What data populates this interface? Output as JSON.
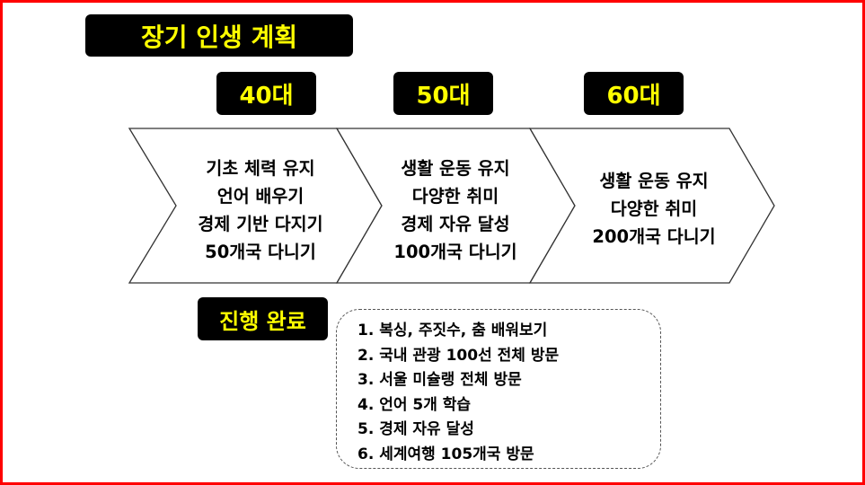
{
  "title": "장기 인생 계획",
  "stages": [
    {
      "label": "40대",
      "items": [
        "기초 체력 유지",
        "언어 배우기",
        "경제 기반 다지기",
        "50개국 다니기"
      ]
    },
    {
      "label": "50대",
      "items": [
        "생활 운동 유지",
        "다양한 취미",
        "경제 자유 달성",
        "100개국 다니기"
      ]
    },
    {
      "label": "60대",
      "items": [
        "생활 운동 유지",
        "다양한 취미",
        "200개국 다니기"
      ]
    }
  ],
  "completed": {
    "label": "진행 완료",
    "items": [
      "1. 복싱, 주짓수, 춤 배워보기",
      "2. 국내 관광 100선 전체 방문",
      "3. 서울 미슐랭 전체 방문",
      "4. 언어 5개 학습",
      "5. 경제 자유 달성",
      "6. 세계여행 105개국 방문"
    ]
  },
  "colors": {
    "frame": "#ff0000",
    "label_bg": "#000000",
    "label_text": "#ffff00",
    "chevron_stroke": "#333333"
  }
}
